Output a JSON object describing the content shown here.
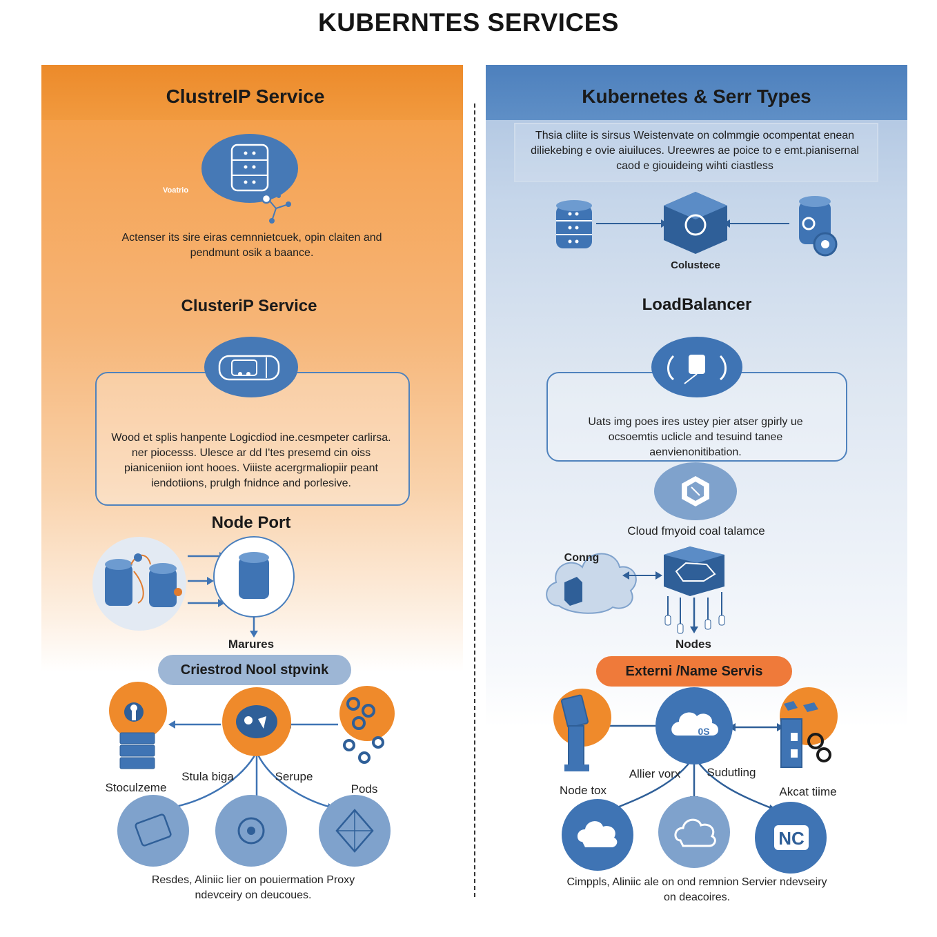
{
  "title": "KUBERNTES SERVICES",
  "left": {
    "header": "ClustreIP Service",
    "icon1_tag": "Voatrio",
    "text1": "Actenser its sire eiras cemnnietcuek, opin claiten and pendmunt osik a baance.",
    "section2_title": "ClusteriP Service",
    "text2": "Wood et splis hanpente Logicdiod ine.cesmpeter carlirsa. ner piocesss. Ulesce ar dd I'tes presemd cin oiss pianiceniion iont hooes. Viiiste acergrmaliopiir peant iendotiions, prulgh fnidnce and porlesive.",
    "section3_title": "Node Port",
    "nodeport_label": "Marures",
    "pill": "Criestrod Nool stpvink",
    "hub_labels": [
      "Stoculzeme",
      "Stula biga",
      "Serupe",
      "Pods"
    ],
    "footer": "Resdes, Aliniic lier on pouiermation Proxy ndevceiry on deucoues."
  },
  "right": {
    "header": "Kubernetes & Serr Types",
    "intro": "Thsia cliite is sirsus Weistenvate on colmmgie ocompentat enean diliekebing e ovie aiuiluces. Ureewres ae poice to e emt.pianisernal caod e giouideing wihti ciastless",
    "cluster_label": "Colustece",
    "section2_title": "LoadBalancer",
    "text2": "Uats img poes ires ustey pier atser gpirly ue ocsoemtis uclicle and tesuind tanee aenvienonitibation.",
    "cloud_lb_label": "Cloud fmyoid coal talamce",
    "cloud_tag": "Conng",
    "nodes_label": "Nodes",
    "pill": "Externi /Name Servis",
    "hub_labels": [
      "Node tox",
      "Allier vorx",
      "Sudutling",
      "Akcat tiime"
    ],
    "hub_cloud_text": "0S",
    "nc_text": "NC",
    "footer": "Cimppls, Aliniic ale on ond remnion Servier ndevseiry on deacoires."
  },
  "colors": {
    "orange": "#ef8a2b",
    "blue": "#4a7fbd",
    "light_blue": "#8fb0d6"
  }
}
